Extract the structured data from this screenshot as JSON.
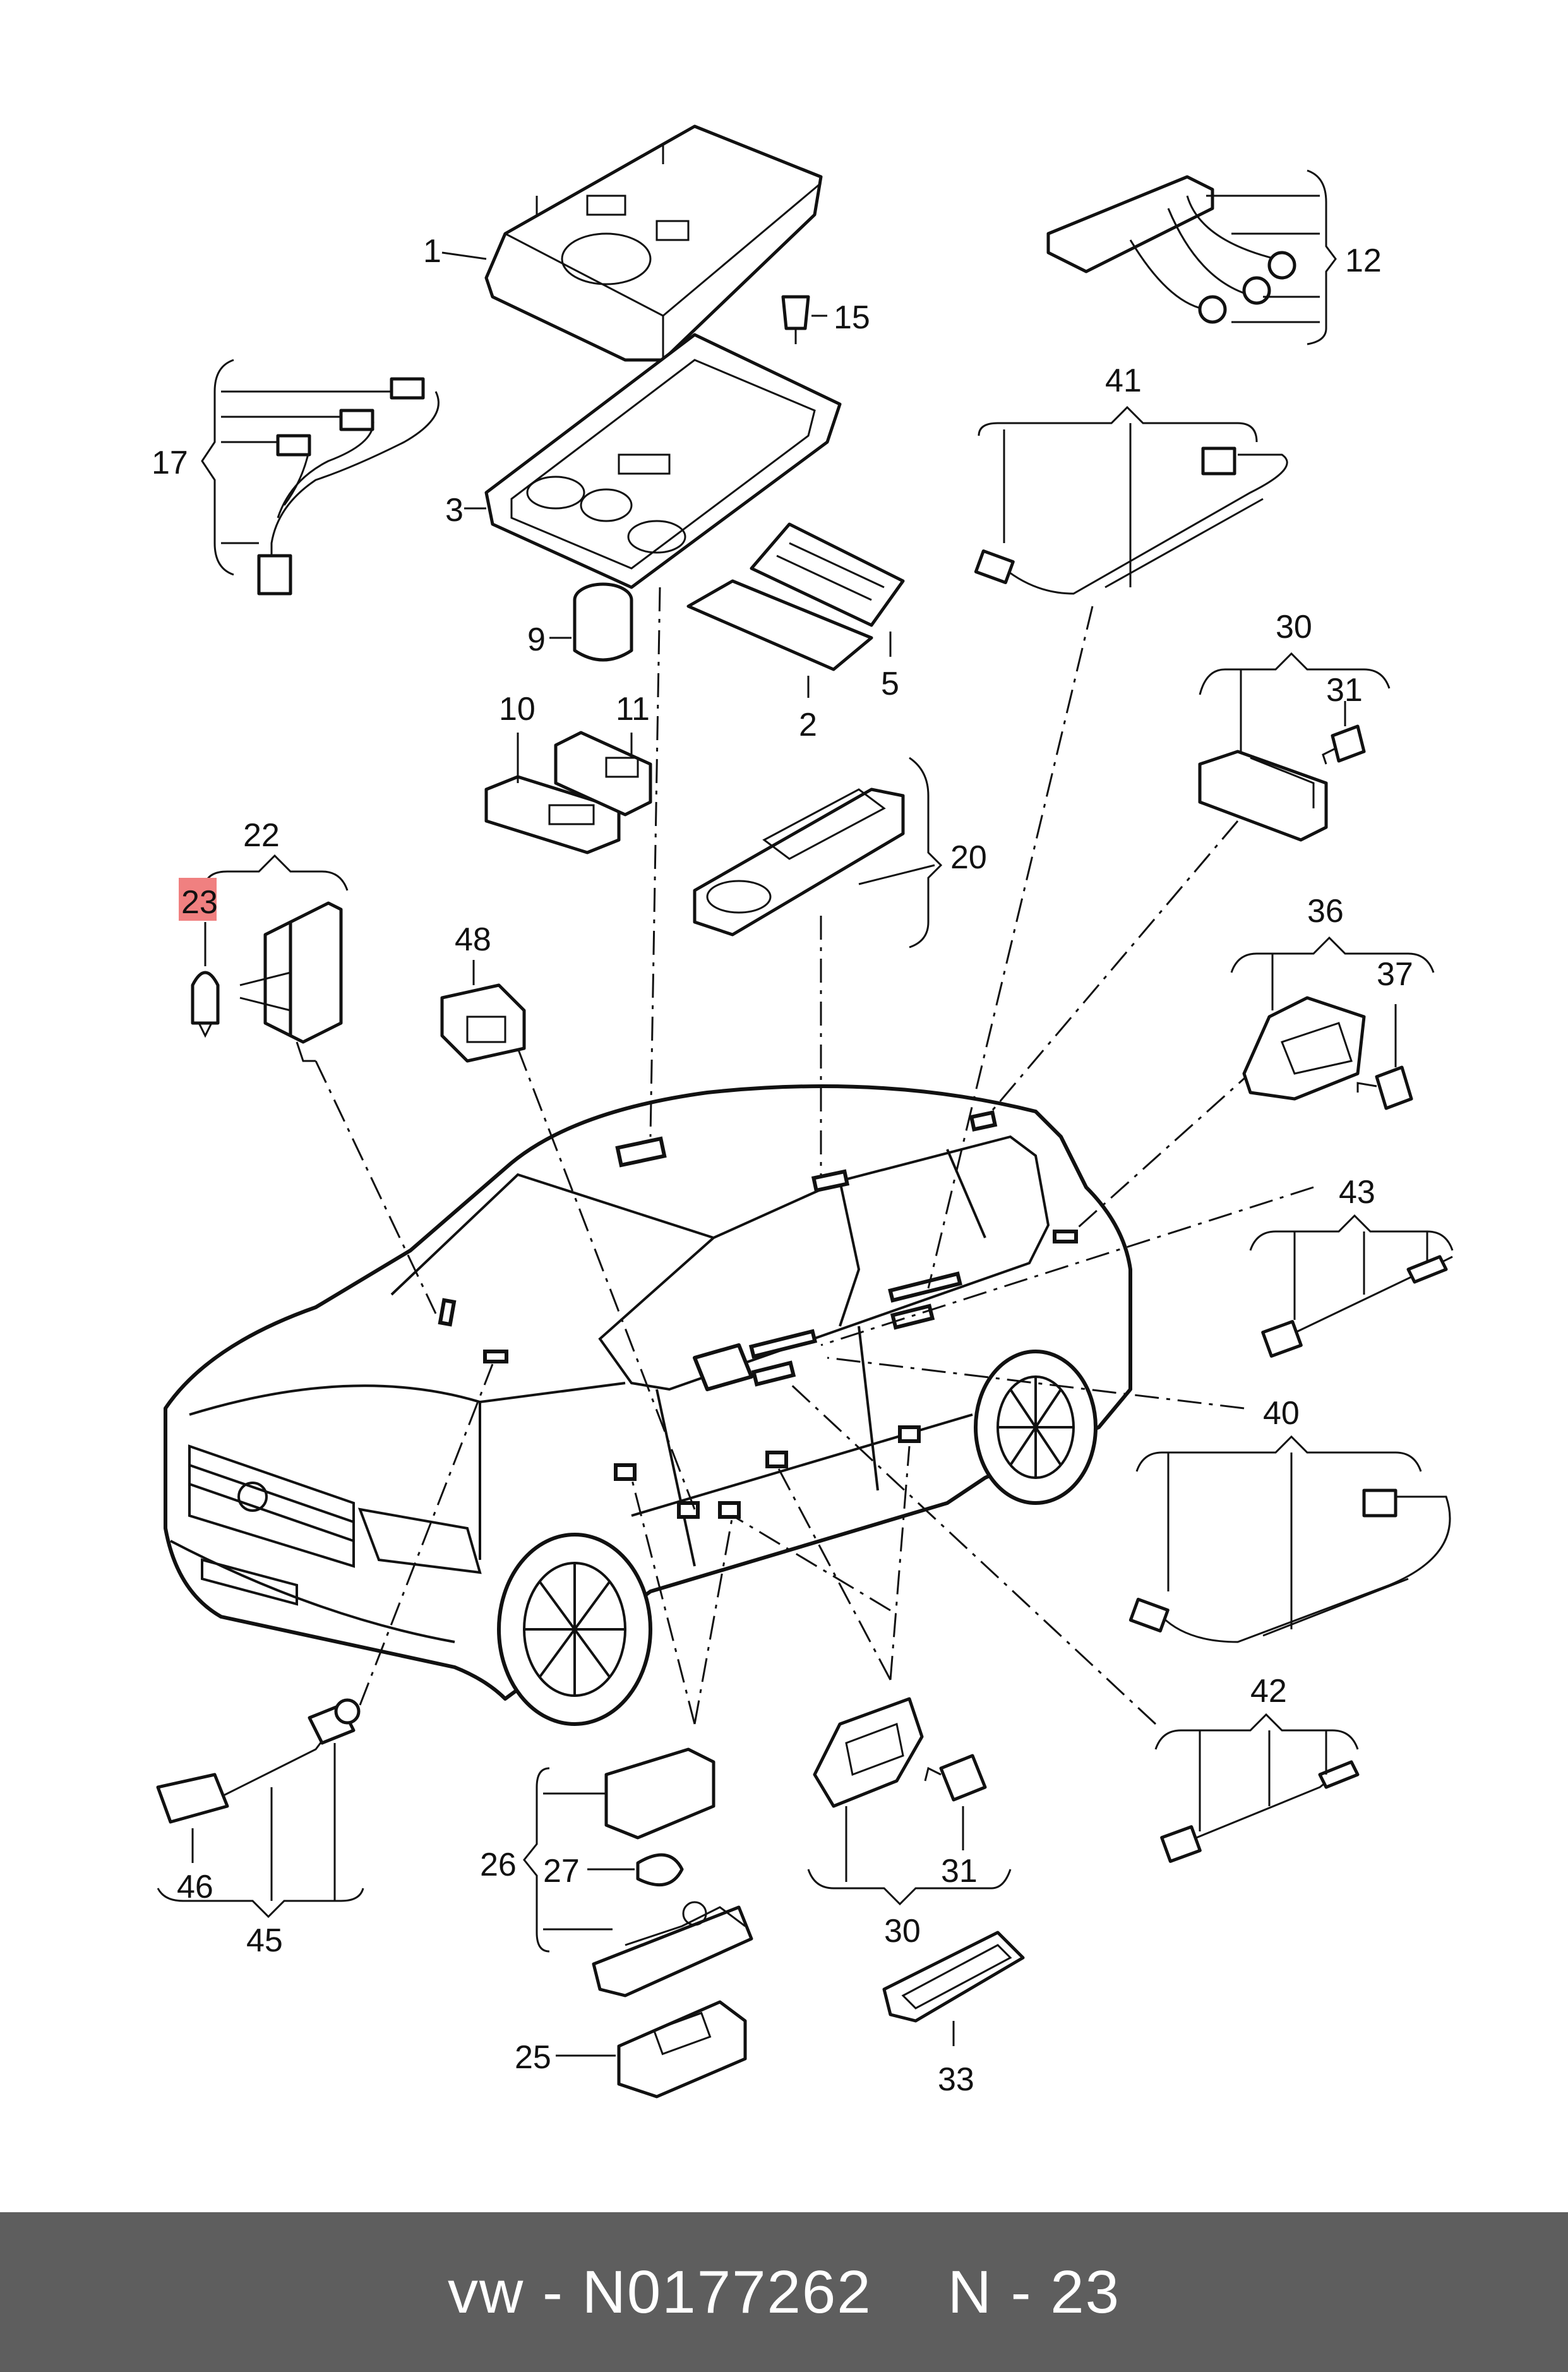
{
  "diagram": {
    "highlight_color": "#f08080",
    "highlighted_part": "23",
    "labels": {
      "p1": "1",
      "p2": "2",
      "p3": "3",
      "p5": "5",
      "p9": "9",
      "p10": "10",
      "p11": "11",
      "p12": "12",
      "p15": "15",
      "p17": "17",
      "p20": "20",
      "p22": "22",
      "p23": "23",
      "p25": "25",
      "p26": "26",
      "p27": "27",
      "p30a": "30",
      "p30b": "30",
      "p31a": "31",
      "p31b": "31",
      "p33": "33",
      "p36": "36",
      "p37": "37",
      "p40": "40",
      "p41": "41",
      "p42": "42",
      "p43": "43",
      "p45": "45",
      "p46": "46",
      "p48": "48"
    }
  },
  "footer": {
    "brand_part": "vw - N0177262",
    "page_ref": "N - 23",
    "background": "#5e5e5e"
  }
}
